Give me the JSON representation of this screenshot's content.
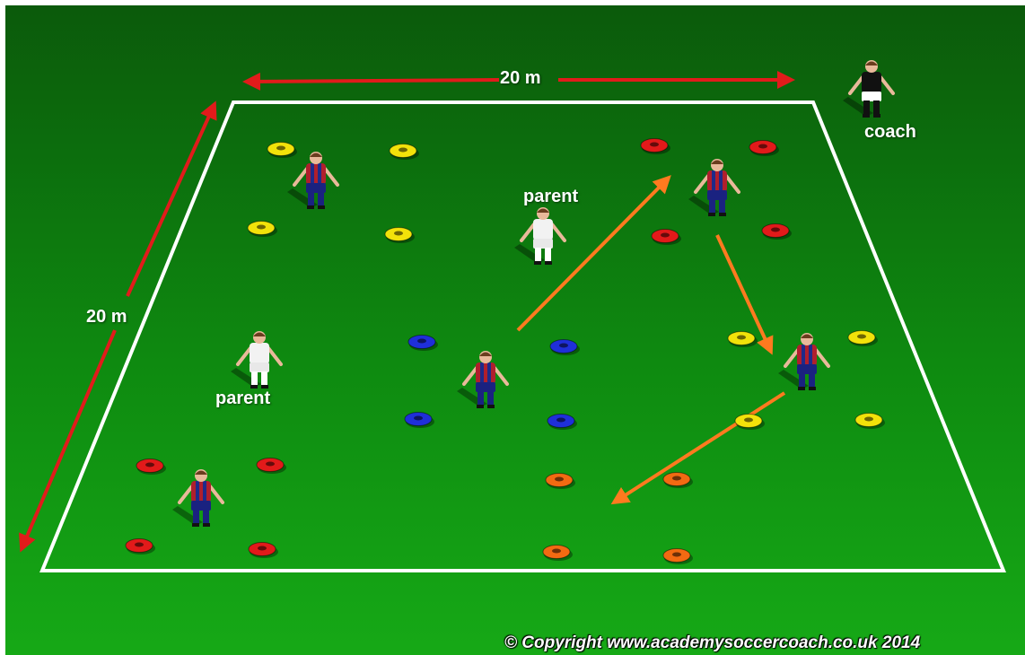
{
  "dimensions": {
    "top": "20 m",
    "left": "20 m"
  },
  "labels": {
    "coach": "coach",
    "parent_top": "parent",
    "parent_left": "parent"
  },
  "copyright": "© Copyright www.academysoccercoach.co.uk 2014",
  "colors": {
    "field_top": "#0b5c0b",
    "field_bottom": "#14a614",
    "boundary": "#ffffff",
    "dimension_arrow": "#e11b1b",
    "pass_arrow": "#ff7a1f",
    "cone_yellow": "#f2e20a",
    "cone_red": "#e21a1a",
    "cone_blue": "#1f2fd9",
    "cone_orange": "#f26a12",
    "team_shirt_red": "#b01f2d",
    "team_shirt_blue": "#1f2a8a",
    "parent_kit": "#f2f2f2",
    "coach_kit": "#111111"
  },
  "cone_groups": {
    "yellow": 8,
    "red": 8,
    "blue": 4,
    "orange": 4
  },
  "players": {
    "team_players": 5,
    "parents": 2,
    "coach": 1
  },
  "pass_arrows": 3
}
